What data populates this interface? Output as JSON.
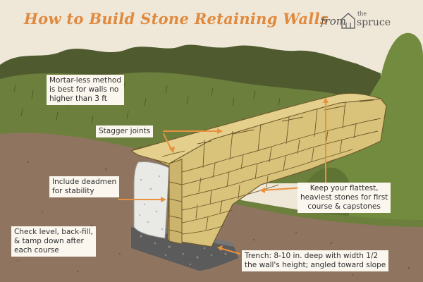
{
  "header": {
    "title": "How to Build Stone Retaining Walls",
    "brand_prefix": "from",
    "brand_small": "the",
    "brand_name": "spruce",
    "brand_icon": "house-icon"
  },
  "callouts": {
    "mortarless": "Mortar-less method\nis best for walls no\nhigher than 3 ft",
    "stagger": "Stagger joints",
    "deadmen": "Include deadmen\nfor stability",
    "flattest": "Keep your flattest,\nheaviest stones for first\ncourse & capstones",
    "check_level": "Check level, back-fill,\n& tamp down after\neach course",
    "trench": "Trench: 8-10 in. deep with width 1/2\nthe wall's height; angled toward slope"
  },
  "colors": {
    "title": "#e08a3e",
    "arrow": "#e8913f",
    "stone": "#d9c27a",
    "stone_outline": "#6e5a2c",
    "soil": "#8f7560",
    "grass": "#6d7f3d",
    "gravel": "#5b5b5b",
    "backfill": "#e9e9e6"
  }
}
